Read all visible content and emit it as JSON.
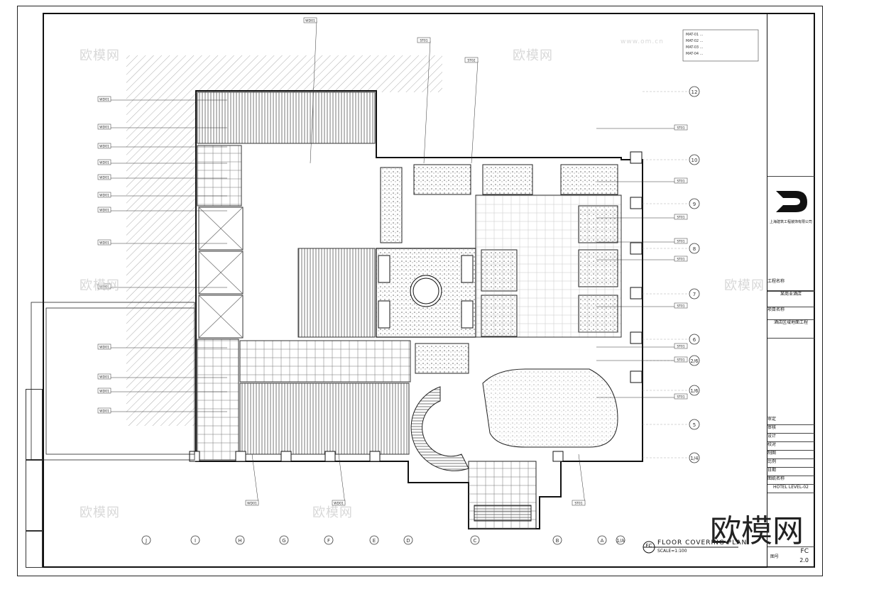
{
  "drawing": {
    "title": "FLOOR COVERING PLAN",
    "scale": "SCALE=1:100",
    "symbol": "FC"
  },
  "grid_columns": [
    "J",
    "I",
    "H",
    "G",
    "F",
    "E",
    "D",
    "C",
    "B",
    "A",
    "1/A"
  ],
  "grid_rows": [
    "12",
    "10",
    "9",
    "8",
    "7",
    "6",
    "2/6",
    "1/6",
    "5",
    "1/4"
  ],
  "notes": [
    "MAT-01 ...",
    "MAT-02 ...",
    "MAT-03 ...",
    "MAT-04 ..."
  ],
  "tags": {
    "left": [
      "WD01",
      "WD01",
      "WD01",
      "WD01",
      "WD01",
      "WD01",
      "WD01",
      "WD01",
      "WD01",
      "WD01",
      "WD01",
      "WD01",
      "WD01"
    ],
    "top": [
      "WD01",
      "ST01",
      "ST02"
    ],
    "right": [
      "ST01",
      "ST01",
      "ST01",
      "ST01",
      "ST01",
      "ST01",
      "ST01",
      "ST01",
      "ST01"
    ],
    "bottom": [
      "WD01",
      "WD01",
      "ST01"
    ]
  },
  "titleblock": {
    "company": "上海建筑工程装饰有限公司",
    "project_label": "工程名称",
    "project_name": "某商业酒店",
    "item_label": "项目名称",
    "item_name": "酒店区域地面工程",
    "rows": [
      "审定",
      "审核",
      "设计",
      "校对",
      "制图",
      "比例",
      "日期"
    ],
    "drawing_label": "图纸名称",
    "drawing_name": "HOTEL LEVEL-02",
    "sheet_label": "图号",
    "sheet_no": "FC",
    "sheet_sub": "2.0"
  },
  "watermark": {
    "text": "欧模网",
    "site": "www.om.cn"
  }
}
